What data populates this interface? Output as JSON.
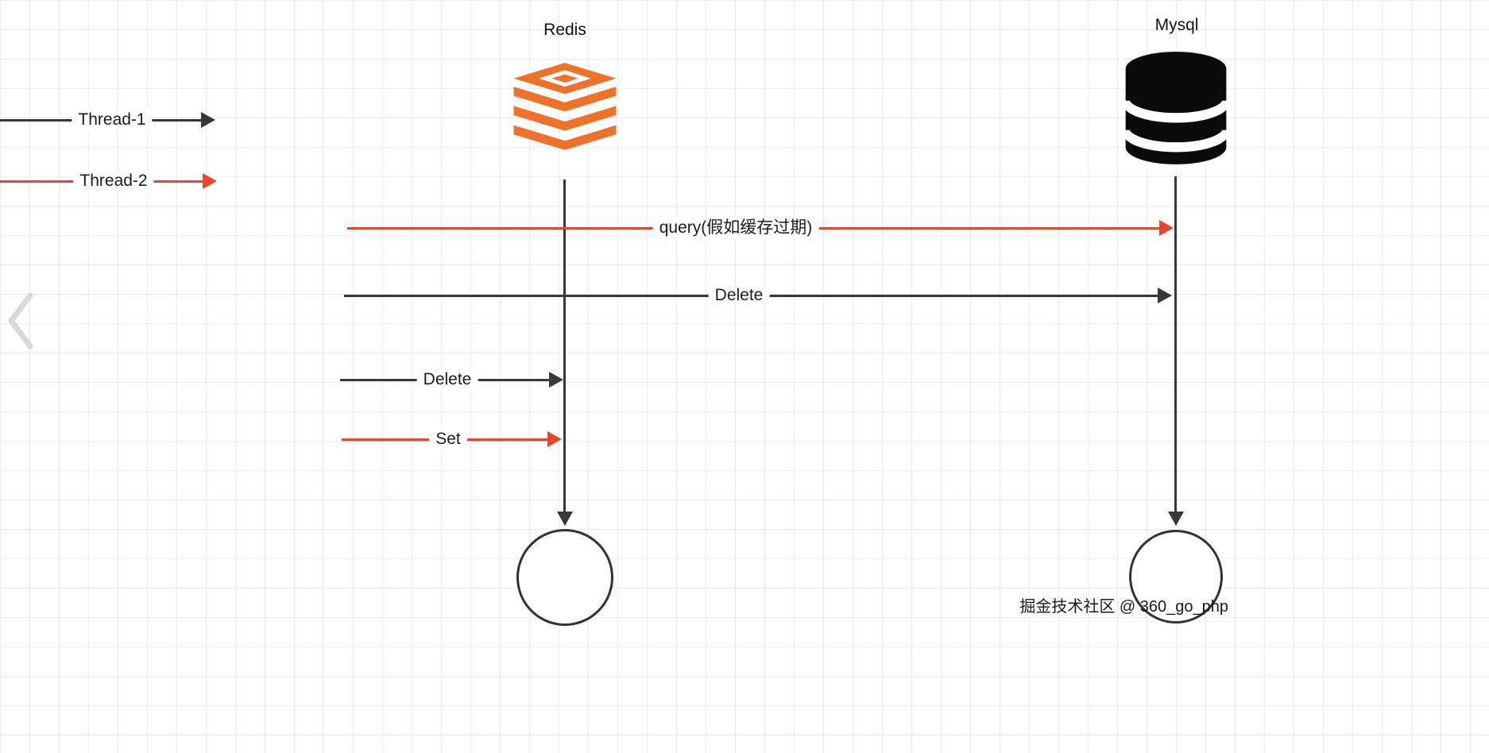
{
  "legend": [
    {
      "label": "Thread-1",
      "color": "#383838"
    },
    {
      "label": "Thread-2",
      "color": "#e8452c"
    }
  ],
  "nodes": [
    {
      "label": "Redis"
    },
    {
      "label": "Mysql"
    }
  ],
  "messages": [
    {
      "label": "query(假如缓存过期)",
      "color": "#e8452c"
    },
    {
      "label": "Delete",
      "color": "#383838"
    },
    {
      "label": "Delete",
      "color": "#383838"
    },
    {
      "label": "Set",
      "color": "#e8452c"
    }
  ],
  "watermark": "掘金技术社区 @ 360_go_php",
  "colors": {
    "thread1_black": "#383838",
    "thread2_red": "#e8452c",
    "redis_orange": "#ee7229",
    "mysql_black": "#0a0a0a",
    "grid_line": "#ececec",
    "chevron_gray": "#d9d9d9"
  }
}
